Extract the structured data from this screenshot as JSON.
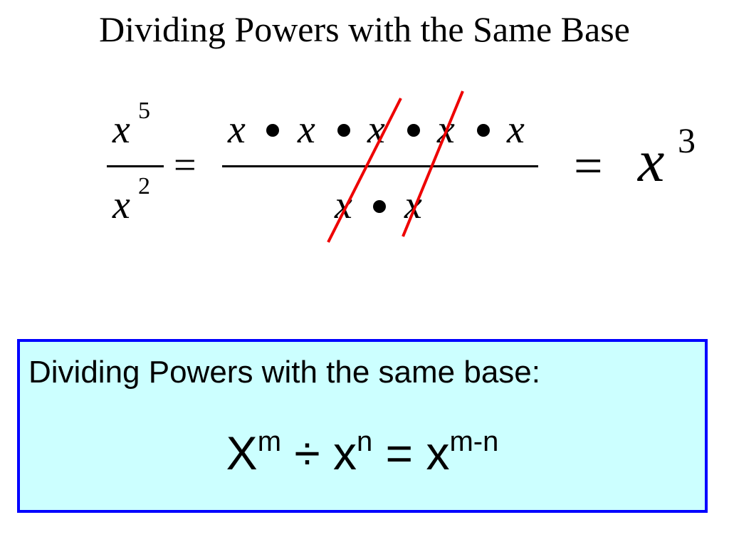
{
  "title": "Dividing Powers with the Same Base",
  "example": {
    "variable": "x",
    "numerator_exponent": "5",
    "denominator_exponent": "2",
    "equals": "=",
    "result_exponent": "3",
    "expanded_numerator_factor_count": 5,
    "expanded_denominator_factor_count": 2,
    "cancel_stroke_color": "#ee0000"
  },
  "rule": {
    "label": "Dividing Powers with the same base:",
    "base_upper": "X",
    "base": "x",
    "exp_m": "m",
    "divide": "÷",
    "exp_n": "n",
    "equals": "=",
    "exp_result": "m-n",
    "box_fill": "#ccffff",
    "box_border": "#0000ff"
  }
}
